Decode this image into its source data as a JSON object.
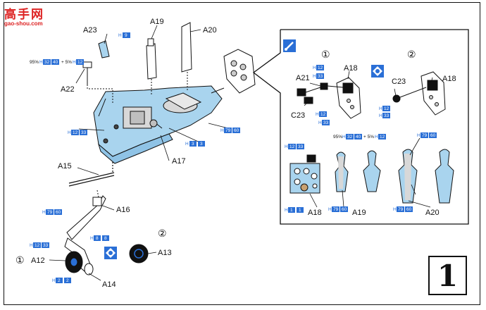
{
  "watermark": {
    "site": "高手网",
    "url": "gao-shou.com"
  },
  "step_number": "1",
  "parts": {
    "A12": "A12",
    "A13": "A13",
    "A14": "A14",
    "A15": "A15",
    "A16": "A16",
    "A17": "A17",
    "A18": "A18",
    "A19": "A19",
    "A20": "A20",
    "A21": "A21",
    "A22": "A22",
    "A23": "A23",
    "C23": "C23"
  },
  "variants": {
    "one": "①",
    "two": "②"
  },
  "paint": {
    "h9": {
      "prefix": "H",
      "code": "9"
    },
    "h32": {
      "prefix": "H",
      "code": "32"
    },
    "h40": {
      "prefix": "H",
      "code": "40"
    },
    "h12": {
      "prefix": "H",
      "code": "12"
    },
    "h33": {
      "prefix": "H",
      "code": "33"
    },
    "h3": {
      "prefix": "H",
      "code": "3"
    },
    "h79": {
      "prefix": "H",
      "code": "79"
    },
    "h60": {
      "prefix": "H",
      "code": "60"
    },
    "h8": {
      "prefix": "H",
      "code": "8"
    },
    "h2": {
      "prefix": "H",
      "code": "2"
    },
    "h1": {
      "prefix": "H",
      "code": "1"
    },
    "mix_main": "95%",
    "mix_plus": "+ 5%"
  },
  "colors": {
    "part_blue": "#a9d4ee",
    "label_blue": "#2a6fd6",
    "outline": "#111111",
    "watermark_red": "#dd2222"
  },
  "icons": [
    "paint-brush-icon",
    "decal-sheet-icon",
    "decal-sheet-icon"
  ]
}
